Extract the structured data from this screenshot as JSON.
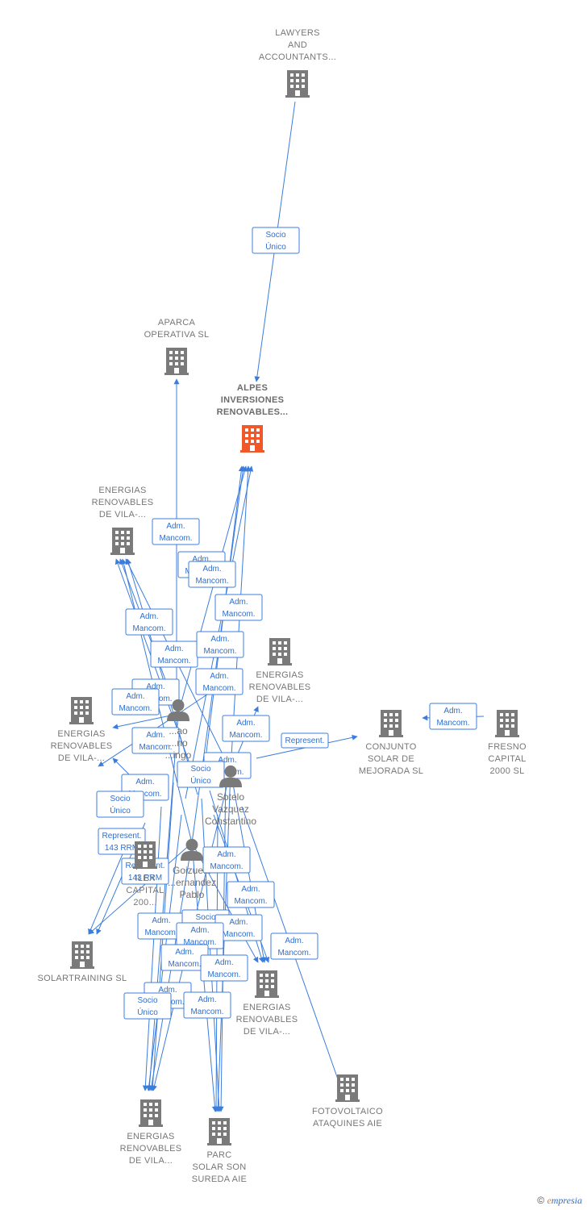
{
  "colors": {
    "edge": "#3b7ddd",
    "company": "#7a7a7a",
    "focus": "#f0582a",
    "person": "#7a7a7a"
  },
  "nodes": [
    {
      "id": "lawyers",
      "kind": "company",
      "lines": [
        "LAWYERS",
        "AND",
        "ACCOUNTANTS..."
      ]
    },
    {
      "id": "aparca",
      "kind": "company",
      "lines": [
        "APARCA",
        "OPERATIVA SL"
      ]
    },
    {
      "id": "alpes",
      "kind": "company",
      "focus": true,
      "lines": [
        "ALPES",
        "INVERSIONES",
        "RENOVABLES..."
      ]
    },
    {
      "id": "erv1",
      "kind": "company",
      "lines": [
        "ENERGIAS",
        "RENOVABLES",
        "DE VILA-..."
      ]
    },
    {
      "id": "erv2",
      "kind": "company",
      "lines": [
        "ENERGIAS",
        "RENOVABLES",
        "DE VILA-..."
      ]
    },
    {
      "id": "erv3",
      "kind": "company",
      "lines": [
        "ENERGIAS",
        "RENOVABLES",
        "DE VILA-..."
      ]
    },
    {
      "id": "conjunto",
      "kind": "company",
      "lines": [
        "CONJUNTO",
        "SOLAR DE",
        "MEJORADA SL"
      ]
    },
    {
      "id": "fresno",
      "kind": "company",
      "lines": [
        "FRESNO",
        "CAPITAL",
        "2000  SL"
      ]
    },
    {
      "id": "ilex",
      "kind": "company",
      "lines": [
        "ILEX",
        "CAPITAL",
        "200..."
      ]
    },
    {
      "id": "solartraining",
      "kind": "company",
      "lines": [
        "SOLARTRAINING SL"
      ]
    },
    {
      "id": "erv4",
      "kind": "company",
      "lines": [
        "ENERGIAS",
        "RENOVABLES",
        "DE VILA-..."
      ]
    },
    {
      "id": "erv5",
      "kind": "company",
      "lines": [
        "ENERGIAS",
        "RENOVABLES",
        "DE VILA..."
      ]
    },
    {
      "id": "parc",
      "kind": "company",
      "lines": [
        "PARC",
        "SOLAR SON",
        "SUREDA AIE"
      ]
    },
    {
      "id": "fotovoltaico",
      "kind": "company",
      "lines": [
        "FOTOVOLTAICO",
        "ATAQUINES AIE"
      ]
    },
    {
      "id": "p1",
      "kind": "person",
      "lines": [
        "...ao",
        "...no",
        "...ingo"
      ]
    },
    {
      "id": "p2",
      "kind": "person",
      "lines": [
        "Sotelo",
        "Vazquez",
        "Constantino"
      ]
    },
    {
      "id": "p3",
      "kind": "person",
      "lines": [
        "Goizue...",
        "...ernandez",
        "Pablo"
      ]
    }
  ],
  "edge_labels": [
    {
      "id": "e1",
      "lines": [
        "Socio",
        "Único"
      ]
    },
    {
      "id": "e2",
      "lines": [
        "Adm.",
        "Mancom."
      ]
    },
    {
      "id": "e3",
      "lines": [
        "Adm.",
        "Mancom."
      ]
    },
    {
      "id": "e4",
      "lines": [
        "Adm.",
        "Mancom."
      ]
    },
    {
      "id": "e5",
      "lines": [
        "Adm.",
        "Mancom."
      ]
    },
    {
      "id": "e6",
      "lines": [
        "Adm.",
        "Mancom."
      ]
    },
    {
      "id": "e7",
      "lines": [
        "Adm.",
        "Mancom."
      ]
    },
    {
      "id": "e8",
      "lines": [
        "Adm.",
        "Mancom."
      ]
    },
    {
      "id": "e9",
      "lines": [
        "Adm.",
        "Mancom."
      ]
    },
    {
      "id": "e10",
      "lines": [
        "Adm.",
        "Mancom."
      ]
    },
    {
      "id": "e11",
      "lines": [
        "Adm.",
        "Mancom."
      ]
    },
    {
      "id": "e12",
      "lines": [
        "Adm.",
        "Mancom."
      ]
    },
    {
      "id": "e13",
      "lines": [
        "Adm.",
        "Mancom."
      ]
    },
    {
      "id": "e14",
      "lines": [
        "Represent."
      ]
    },
    {
      "id": "e15",
      "lines": [
        "Adm.",
        "Mancom."
      ]
    },
    {
      "id": "e16",
      "lines": [
        "Adm.",
        "Mancom."
      ]
    },
    {
      "id": "e17",
      "lines": [
        "Socio",
        "Único"
      ]
    },
    {
      "id": "e18",
      "lines": [
        "Adm.",
        "Mancom."
      ]
    },
    {
      "id": "e19",
      "lines": [
        "Socio",
        "Único"
      ]
    },
    {
      "id": "e20",
      "lines": [
        "Represent.",
        "143 RRM"
      ]
    },
    {
      "id": "e21",
      "lines": [
        "Represent.",
        "143 RRM"
      ]
    },
    {
      "id": "e22",
      "lines": [
        "Adm.",
        "Mancom."
      ]
    },
    {
      "id": "e23",
      "lines": [
        "Adm.",
        "Mancom."
      ]
    },
    {
      "id": "e24",
      "lines": [
        "Adm.",
        "Mancom."
      ]
    },
    {
      "id": "e25",
      "lines": [
        "Socio",
        "Único"
      ]
    },
    {
      "id": "e26",
      "lines": [
        "Adm.",
        "Mancom."
      ]
    },
    {
      "id": "e27",
      "lines": [
        "Adm.",
        "Mancom."
      ]
    },
    {
      "id": "e28",
      "lines": [
        "Adm.",
        "Mancom."
      ]
    },
    {
      "id": "e29",
      "lines": [
        "Adm.",
        "Mancom."
      ]
    },
    {
      "id": "e30",
      "lines": [
        "Adm.",
        "Mancom."
      ]
    },
    {
      "id": "e31",
      "lines": [
        "Adm.",
        "Mancom."
      ]
    },
    {
      "id": "e32",
      "lines": [
        "Socio",
        "Único"
      ]
    },
    {
      "id": "e33",
      "lines": [
        "Adm.",
        "Mancom."
      ]
    },
    {
      "id": "e34",
      "lines": [
        "Adm.",
        "Mancom."
      ]
    }
  ],
  "footer": {
    "copyright": "©",
    "brand_first": "e",
    "brand_rest": "mpresia"
  }
}
